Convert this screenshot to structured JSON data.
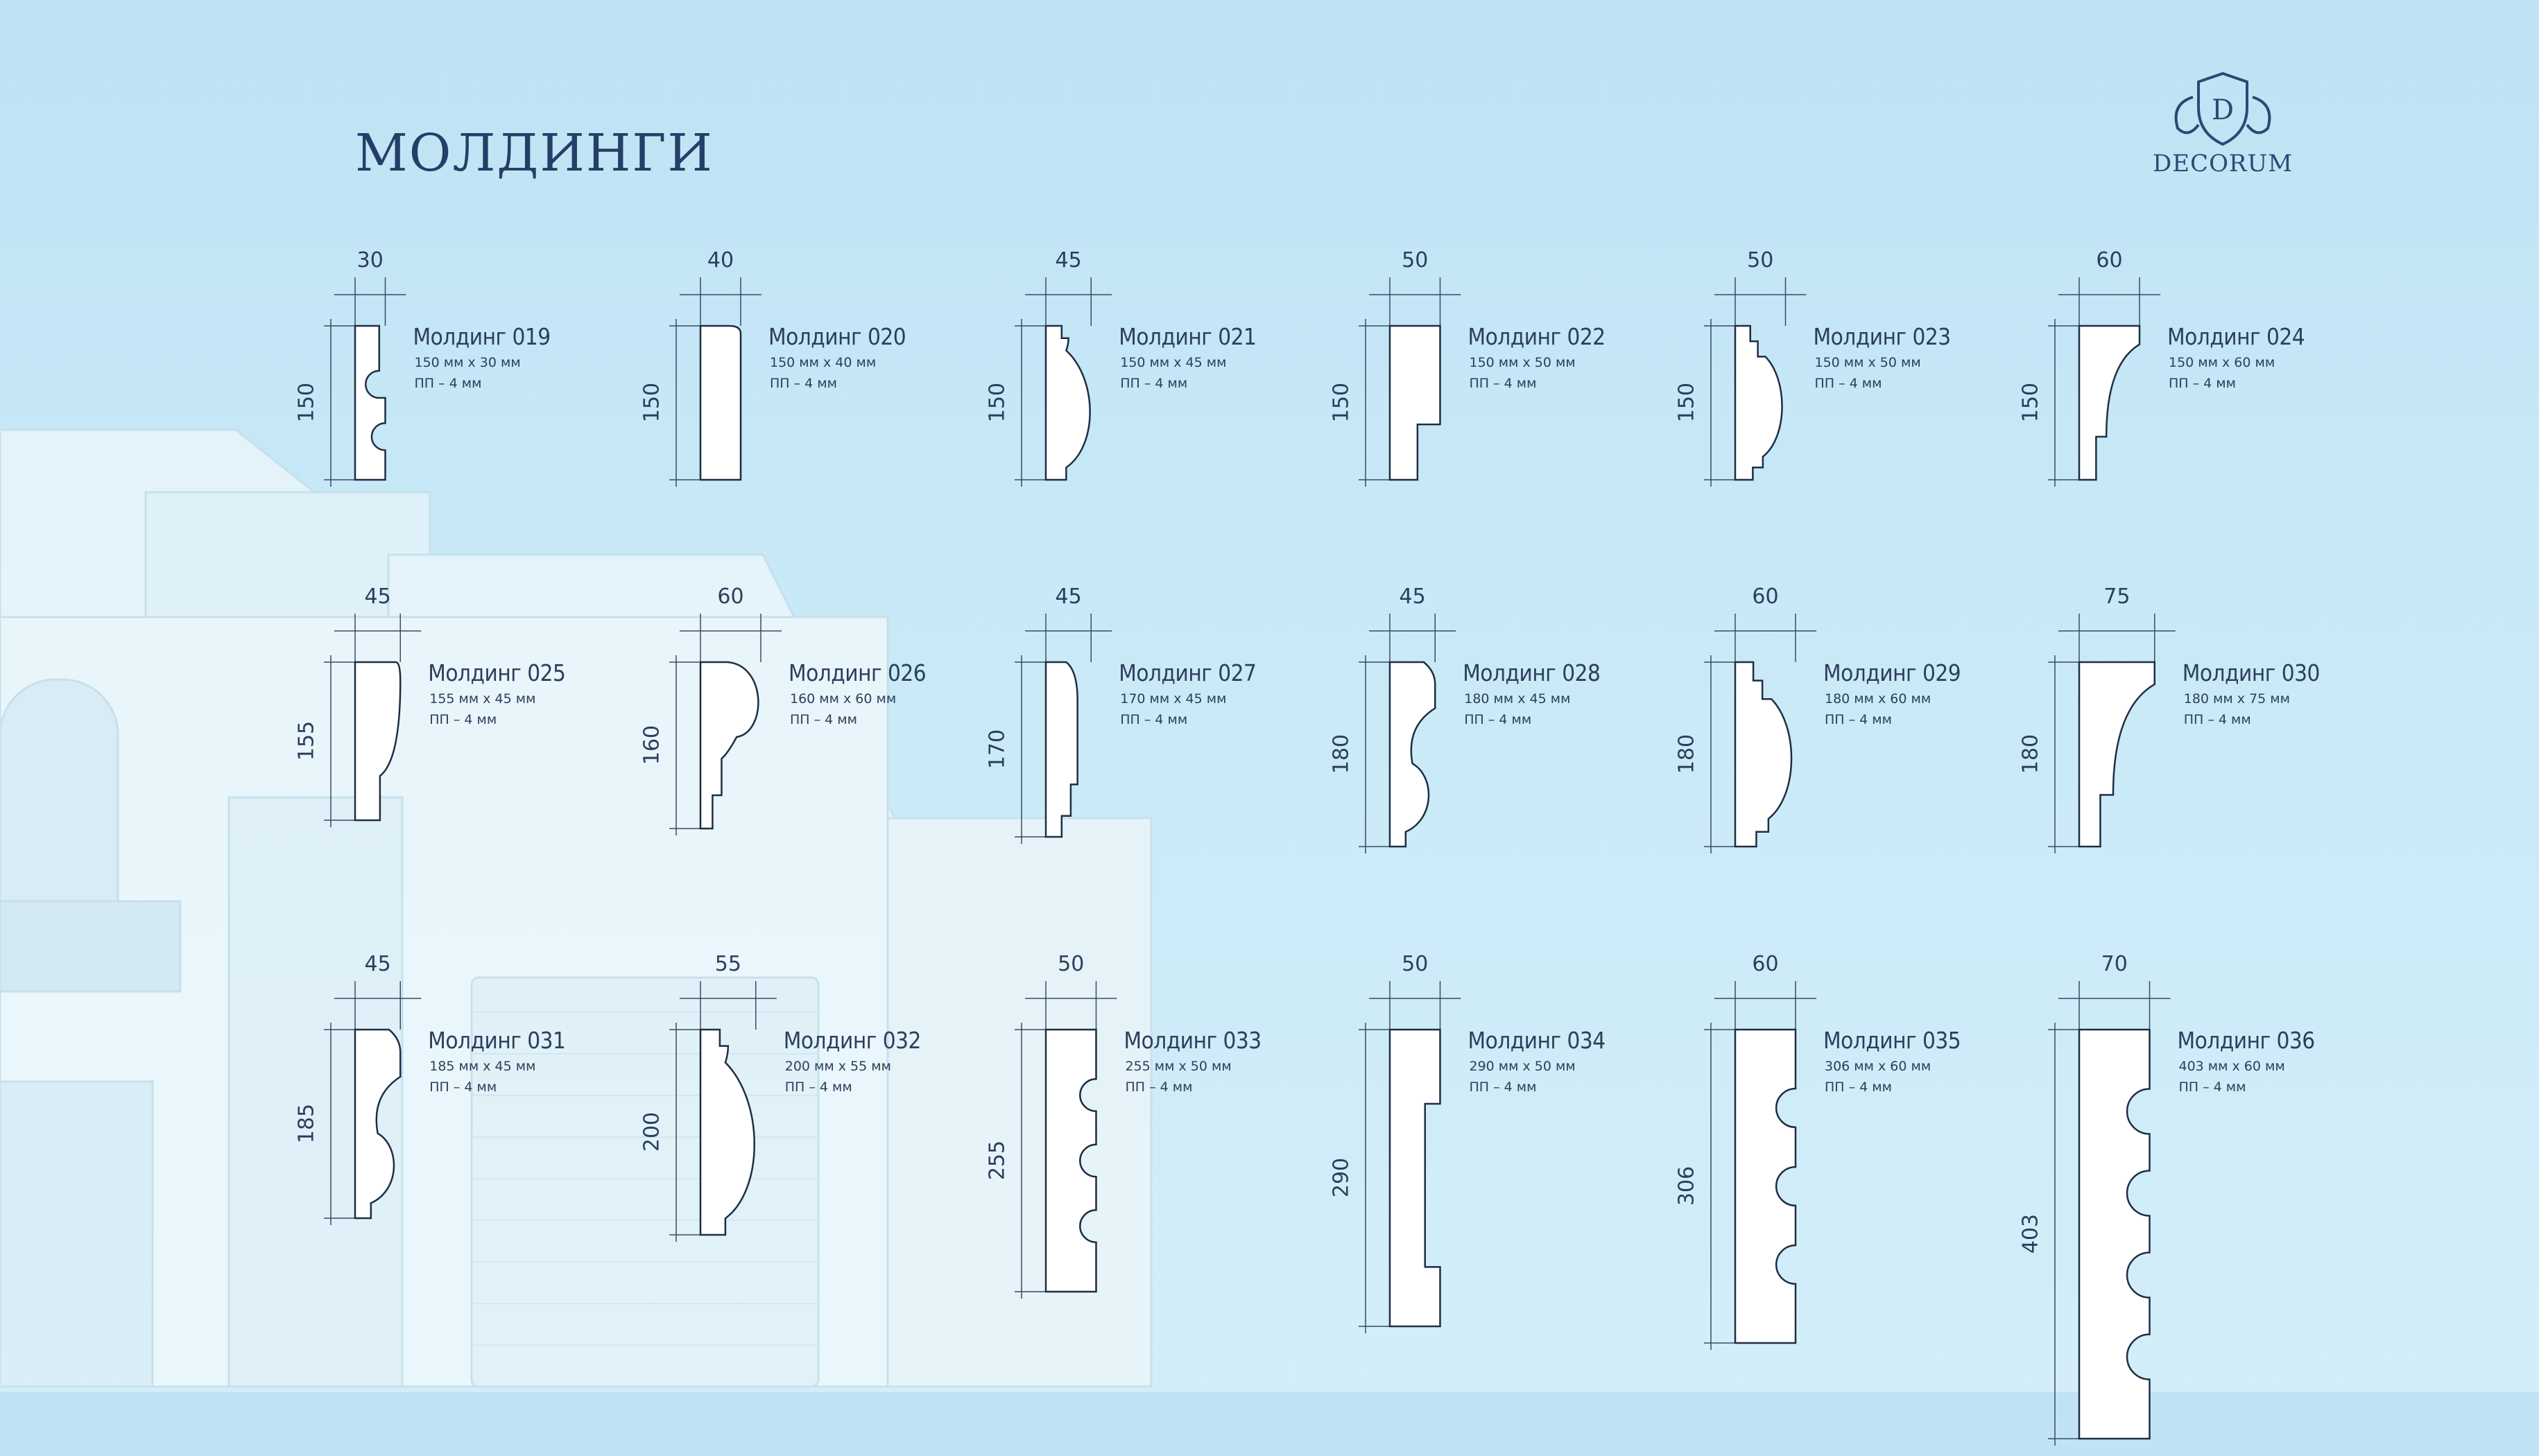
{
  "page": {
    "title": "МОЛДИНГИ",
    "brand": {
      "initial": "D",
      "name": "DECORUM"
    }
  },
  "colors": {
    "background": "#c4e6f6",
    "title": "#243f67",
    "profile_fill": "#ffffff",
    "profile_stroke": "#1f2d44",
    "dimension_line": "#3a4a63"
  },
  "moldings": [
    {
      "name": "Молдинг 019",
      "size": "150 мм х 30 мм",
      "material": "ПП – 4 мм",
      "width": "30",
      "height": "150",
      "shape": "two-coves"
    },
    {
      "name": "Молдинг 020",
      "size": "150 мм х 40 мм",
      "material": "ПП – 4 мм",
      "width": "40",
      "height": "150",
      "shape": "rect"
    },
    {
      "name": "Молдинг 021",
      "size": "150 мм х 45 мм",
      "material": "ПП – 4 мм",
      "width": "45",
      "height": "150",
      "shape": "half-round"
    },
    {
      "name": "Молдинг 022",
      "size": "150 мм х 50 мм",
      "material": "ПП – 4 мм",
      "width": "50",
      "height": "150",
      "shape": "step"
    },
    {
      "name": "Молдинг 023",
      "size": "150 мм х 50 мм",
      "material": "ПП – 4 мм",
      "width": "50",
      "height": "150",
      "shape": "stepped-round"
    },
    {
      "name": "Молдинг 024",
      "size": "150 мм х 60 мм",
      "material": "ПП – 4 мм",
      "width": "60",
      "height": "150",
      "shape": "cornice"
    },
    {
      "name": "Молдинг 025",
      "size": "155 мм х 45 мм",
      "material": "ПП – 4 мм",
      "width": "45",
      "height": "155",
      "shape": "quarter"
    },
    {
      "name": "Молдинг 026",
      "size": "160 мм х 60 мм",
      "material": "ПП – 4 мм",
      "width": "60",
      "height": "160",
      "shape": "bullnose"
    },
    {
      "name": "Молдинг 027",
      "size": "170 мм х 45 мм",
      "material": "ПП – 4 мм",
      "width": "45",
      "height": "170",
      "shape": "ogee"
    },
    {
      "name": "Молдинг 028",
      "size": "180 мм х 45 мм",
      "material": "ПП – 4 мм",
      "width": "45",
      "height": "180",
      "shape": "ogee-bead"
    },
    {
      "name": "Молдинг 029",
      "size": "180 мм х 60 мм",
      "material": "ПП – 4 мм",
      "width": "60",
      "height": "180",
      "shape": "stepped-round"
    },
    {
      "name": "Молдинг 030",
      "size": "180 мм х 75 мм",
      "material": "ПП – 4 мм",
      "width": "75",
      "height": "180",
      "shape": "cornice"
    },
    {
      "name": "Молдинг 031",
      "size": "185 мм х 45 мм",
      "material": "ПП – 4 мм",
      "width": "45",
      "height": "185",
      "shape": "ogee-bead"
    },
    {
      "name": "Молдинг 032",
      "size": "200 мм х 55 мм",
      "material": "ПП – 4 мм",
      "width": "55",
      "height": "200",
      "shape": "half-round"
    },
    {
      "name": "Молдинг 033",
      "size": "255 мм х 50 мм",
      "material": "ПП – 4 мм",
      "width": "50",
      "height": "255",
      "shape": "three-coves"
    },
    {
      "name": "Молдинг 034",
      "size": "290 мм х 50 мм",
      "material": "ПП – 4 мм",
      "width": "50",
      "height": "290",
      "shape": "notched"
    },
    {
      "name": "Молдинг 035",
      "size": "306 мм х 60 мм",
      "material": "ПП – 4 мм",
      "width": "60",
      "height": "306",
      "shape": "three-coves"
    },
    {
      "name": "Молдинг 036",
      "size": "403 мм х 60 мм",
      "material": "ПП – 4 мм",
      "width": "70",
      "height": "403",
      "shape": "four-coves"
    }
  ]
}
